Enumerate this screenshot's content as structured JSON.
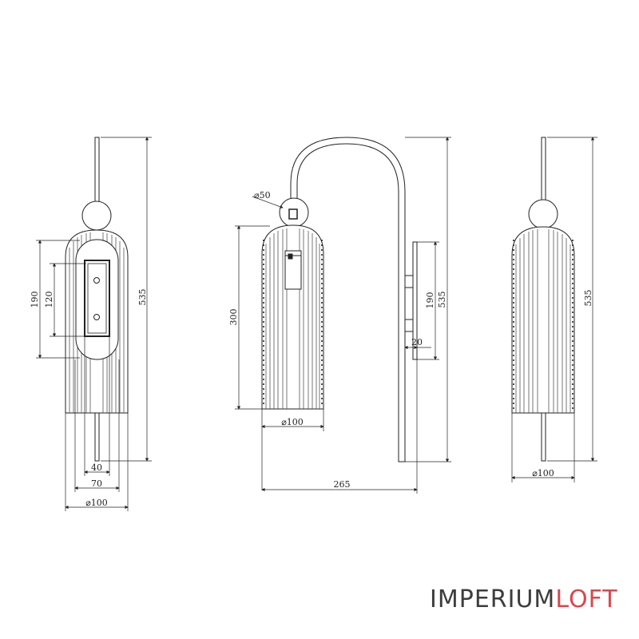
{
  "views": {
    "front": {
      "height_total": "535",
      "plate_height": "190",
      "mount_spacing": "120",
      "rod_width": "40",
      "plate_width": "70",
      "shade_diameter": "⌀100"
    },
    "side": {
      "finial_diameter": "⌀50",
      "shade_height": "300",
      "shade_diameter": "⌀100",
      "projection": "265",
      "plate_height": "190",
      "height_total": "535",
      "plate_depth": "20"
    },
    "back": {
      "shade_diameter": "⌀100",
      "height_total": "535"
    }
  },
  "brand": {
    "part1": "IMPERIUM",
    "part2": "LOFT"
  }
}
